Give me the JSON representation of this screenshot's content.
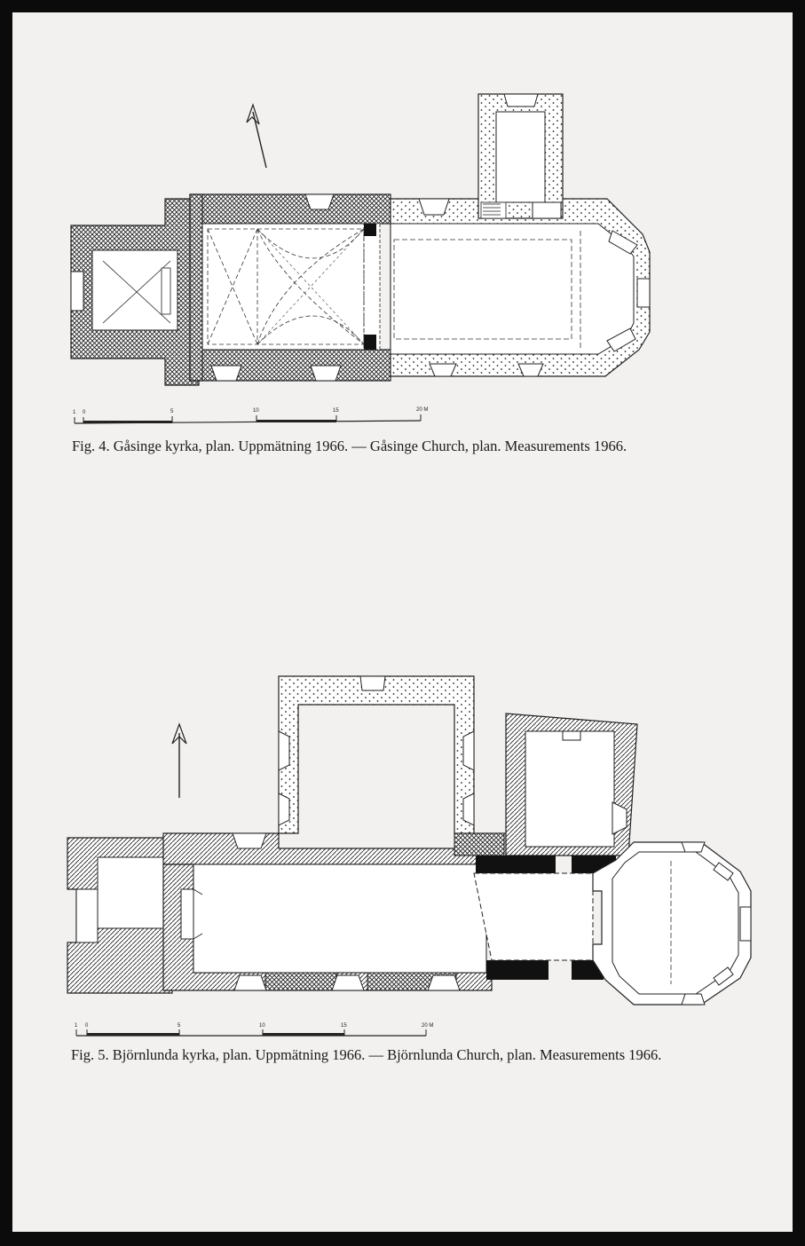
{
  "figures": [
    {
      "caption": "Fig. 4. Gåsinge kyrka, plan. Uppmätning 1966. — Gåsinge Church, plan. Measurements 1966.",
      "scale_ticks": [
        "1",
        "0",
        "5",
        "10",
        "15",
        "20 M"
      ]
    },
    {
      "caption": "Fig. 5. Björnlunda kyrka, plan. Uppmätning 1966. — Björnlunda Church, plan. Measurements 1966.",
      "scale_ticks": [
        "1",
        "0",
        "5",
        "10",
        "15",
        "20 M"
      ]
    }
  ],
  "colors": {
    "page": "#f2f1ef",
    "border": "#0b0b0b",
    "ink": "#1a1a1a",
    "black_wall": "#111111"
  }
}
